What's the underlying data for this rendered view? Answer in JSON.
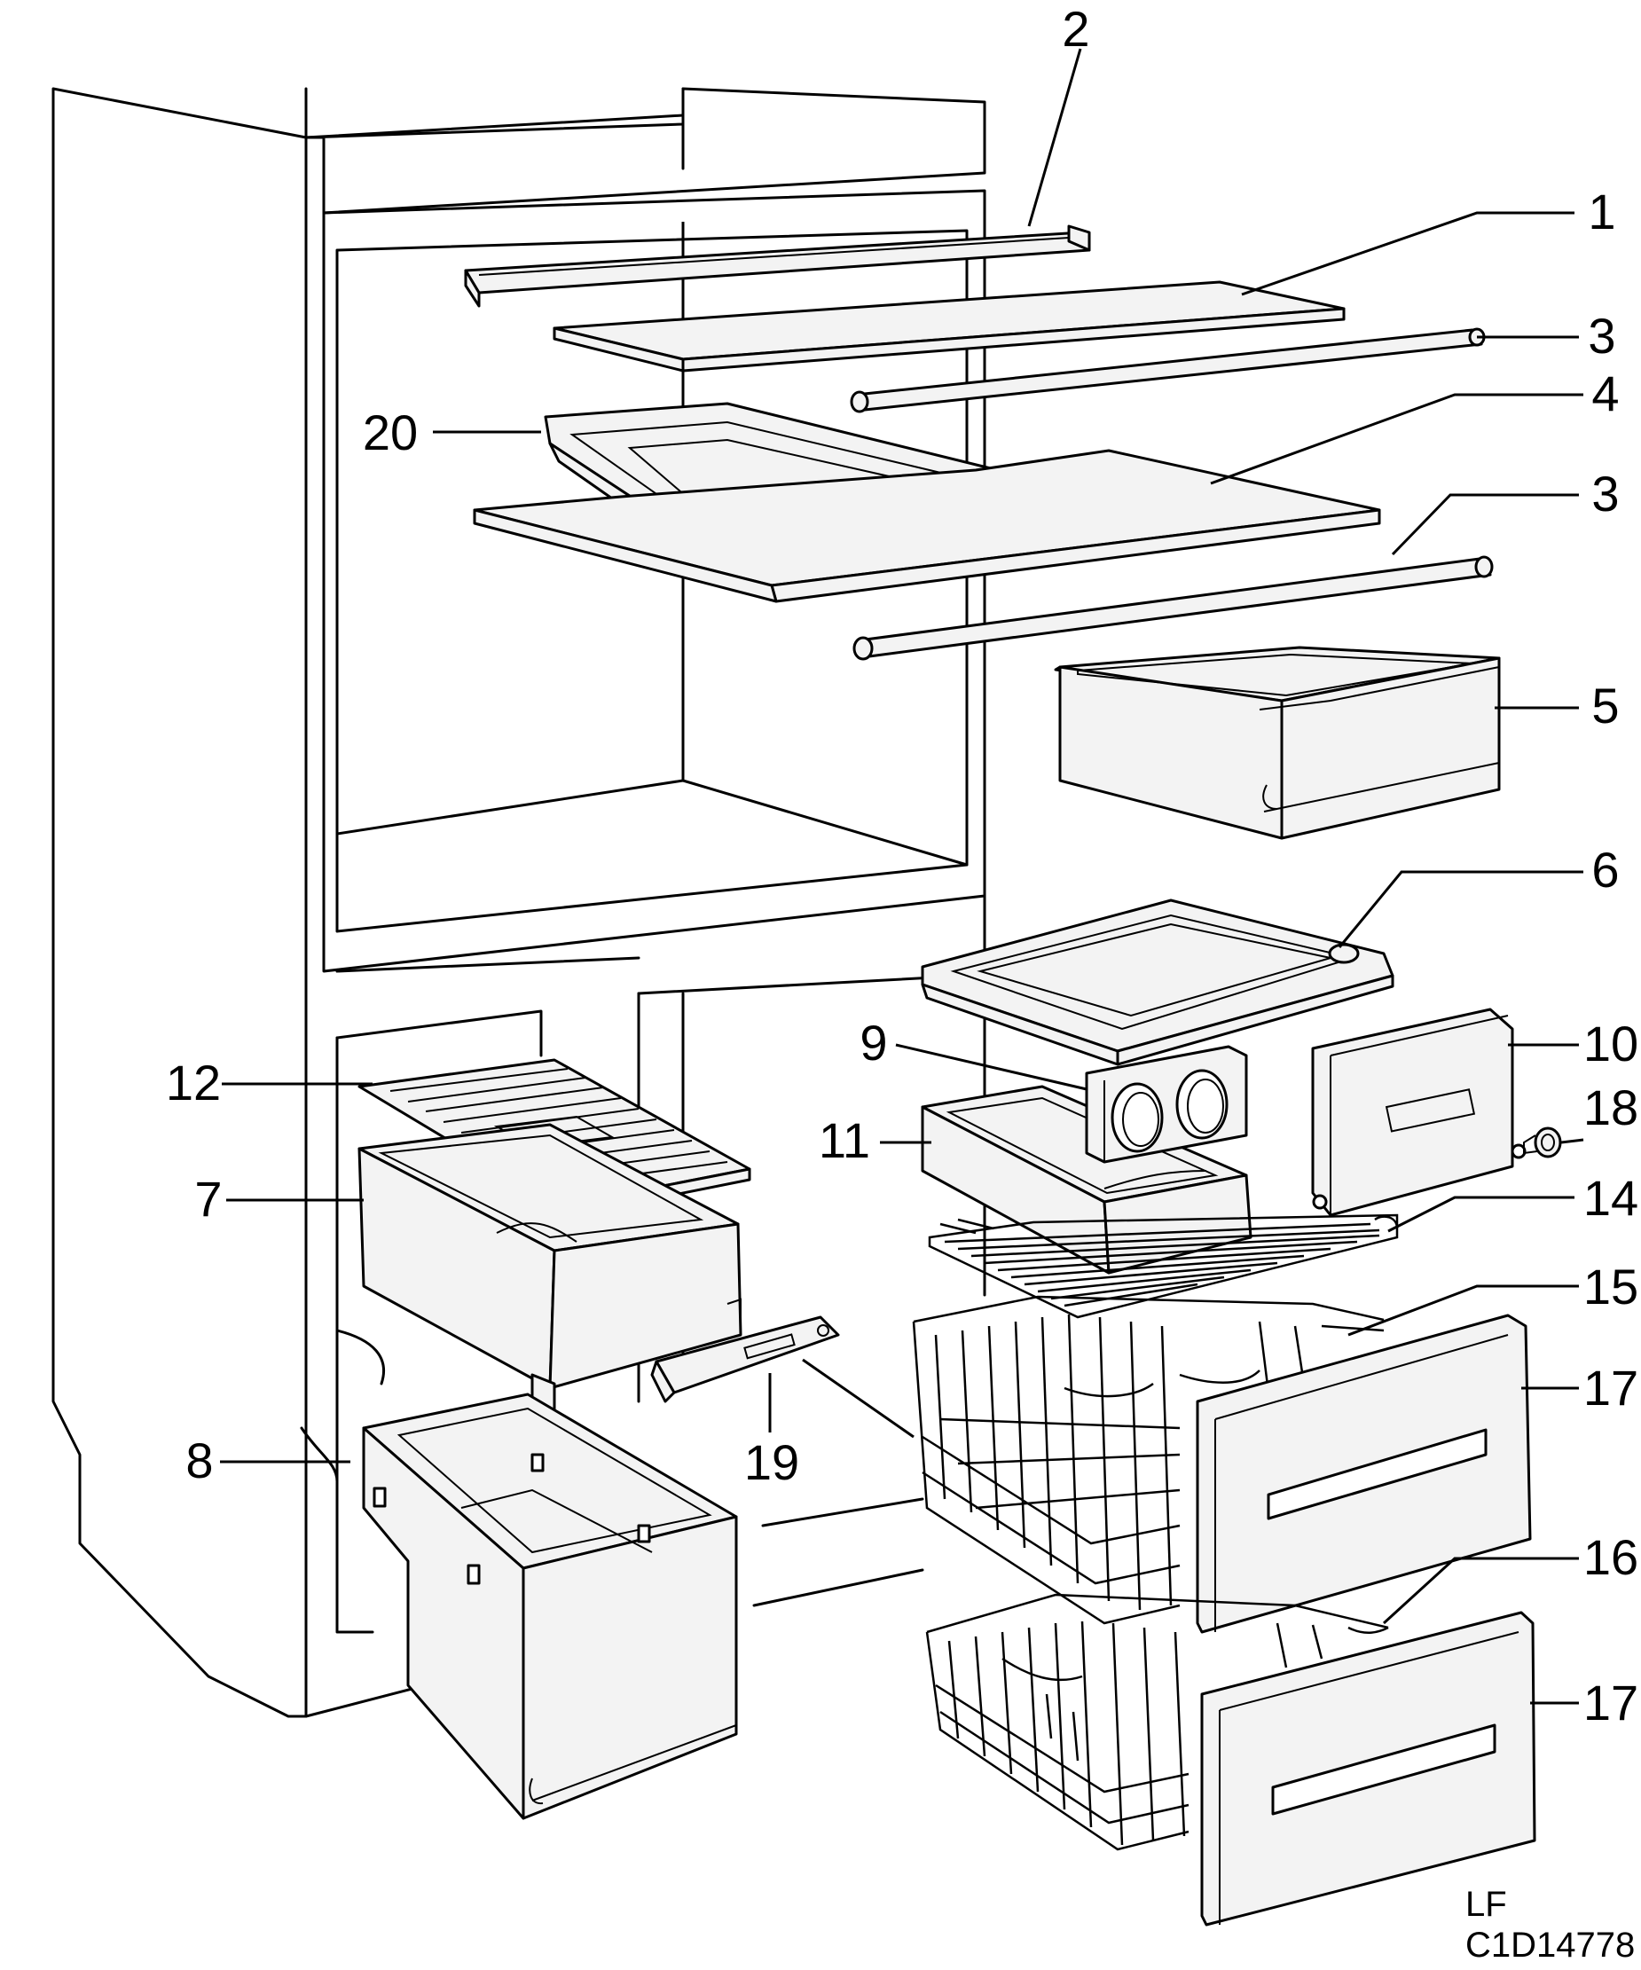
{
  "diagram": {
    "callouts": {
      "c1": "1",
      "c2": "2",
      "c3a": "3",
      "c3b": "3",
      "c4": "4",
      "c5": "5",
      "c6": "6",
      "c7": "7",
      "c8": "8",
      "c9": "9",
      "c10": "10",
      "c11": "11",
      "c12": "12",
      "c14": "14",
      "c15": "15",
      "c16": "16",
      "c17a": "17",
      "c17b": "17",
      "c18": "18",
      "c19": "19",
      "c20": "20"
    },
    "code_line1": "LF",
    "code_line2": "C1D14778"
  }
}
